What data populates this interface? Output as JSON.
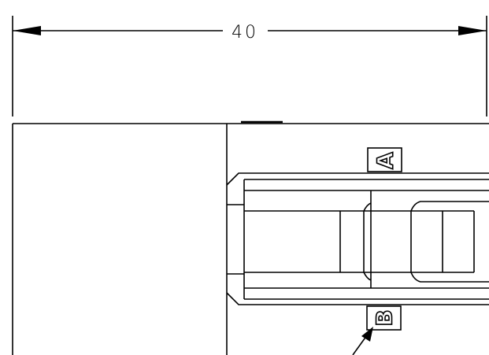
{
  "drawing": {
    "dimension": {
      "value": "40"
    },
    "section_markers": [
      {
        "id": "A",
        "label": "A"
      },
      {
        "id": "B",
        "label": "B"
      }
    ],
    "colors": {
      "line": "#000000",
      "background": "#ffffff"
    }
  }
}
